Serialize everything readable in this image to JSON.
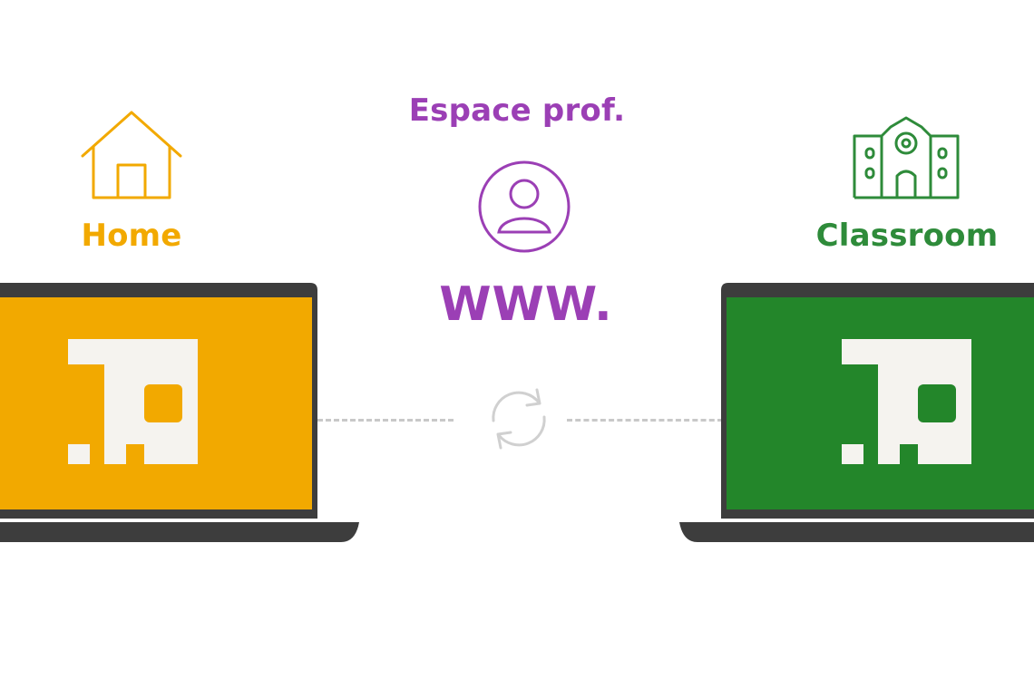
{
  "diagram": {
    "home": {
      "label": "Home",
      "icon": "house-icon",
      "color": "#F2A900"
    },
    "teacher": {
      "label": "Espace prof.",
      "icon": "user-circle-icon",
      "web_label": "WWW.",
      "color": "#9B3FB5"
    },
    "classroom": {
      "label": "Classroom",
      "icon": "school-building-icon",
      "color": "#2E8B3A"
    },
    "sync": {
      "icon": "sync-icon"
    },
    "laptops": {
      "left_screen_color": "#F2A900",
      "right_screen_color": "#23862A",
      "frame_color": "#3d3d3d",
      "logo": "tp-logo"
    }
  }
}
